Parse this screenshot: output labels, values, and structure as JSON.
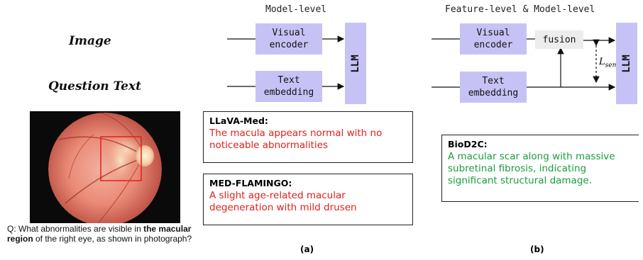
{
  "left": {
    "image_label": "Image",
    "question_label": "Question Text",
    "question_prefix": "Q: What abnormalities are visible in ",
    "question_bold": "the macular region",
    "question_suffix": " of the right eye, as shown in photograph?"
  },
  "panel_a": {
    "title": "Model-level",
    "visual_encoder": "Visual encoder",
    "text_embedding": "Text embedding",
    "llm": "LLM",
    "answers": [
      {
        "model": "LLaVA-Med:",
        "text": "The macula appears normal with no noticeable abnormalities"
      },
      {
        "model": "MED-FLAMINGO:",
        "text": "A slight age-related macular degeneration with mild drusen"
      }
    ],
    "caption": "(a)"
  },
  "panel_b": {
    "title": "Feature-level & Model-level",
    "visual_encoder": "Visual encoder",
    "text_embedding": "Text embedding",
    "fusion": "fusion",
    "loss_symbol": "L",
    "loss_sub": "sem",
    "llm": "LLM",
    "answer": {
      "model": "BioD2C:",
      "text": "A macular scar along with massive subretinal fibrosis, indicating significant structural damage."
    },
    "caption": "(b)"
  },
  "colors": {
    "box_fill": "#c7c2f5",
    "fusion_fill": "#ececec",
    "baseline_text": "#e0201b",
    "ours_text": "#1a9d3c"
  }
}
